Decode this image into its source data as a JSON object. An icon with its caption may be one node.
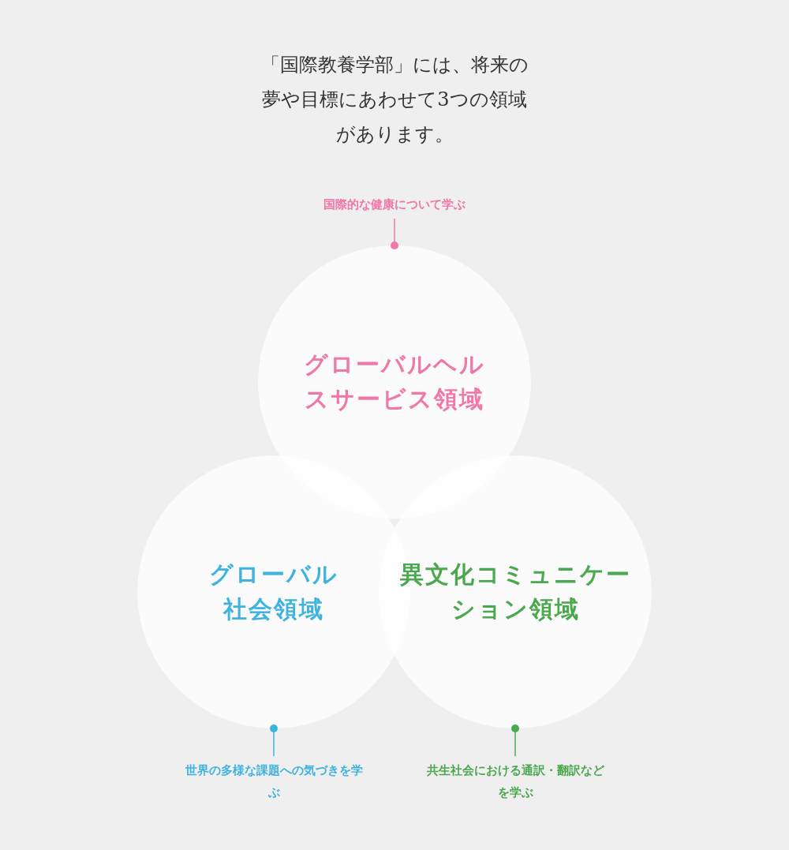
{
  "diagram": {
    "title": "「国際教養学部」には、将来の夢や目標にあわせて3つの領域があります。",
    "nodes": [
      {
        "text": [
          "グローバルヘルスサービス領域"
        ]
      },
      {
        "text": [
          "グローバル社会領域"
        ]
      },
      {
        "text": [
          "異文化コミュニケーション領域"
        ]
      },
      {
        "text": [
          "国際的な健康について学ぶ"
        ]
      },
      {
        "text": [
          "世界の多様な課題への気づきを学ぶ"
        ]
      },
      {
        "text": [
          "共生社会における通訳・翻訳などを学ぶ"
        ]
      }
    ],
    "edges": [
      {
        "from": 3,
        "to": 0,
        "arrow": "other",
        "color": "#f077a8"
      },
      {
        "from": 4,
        "to": 1,
        "arrow": "other",
        "color": "#3fb3e0"
      },
      {
        "from": 5,
        "to": 2,
        "arrow": "other",
        "color": "#4aa84e"
      }
    ]
  }
}
